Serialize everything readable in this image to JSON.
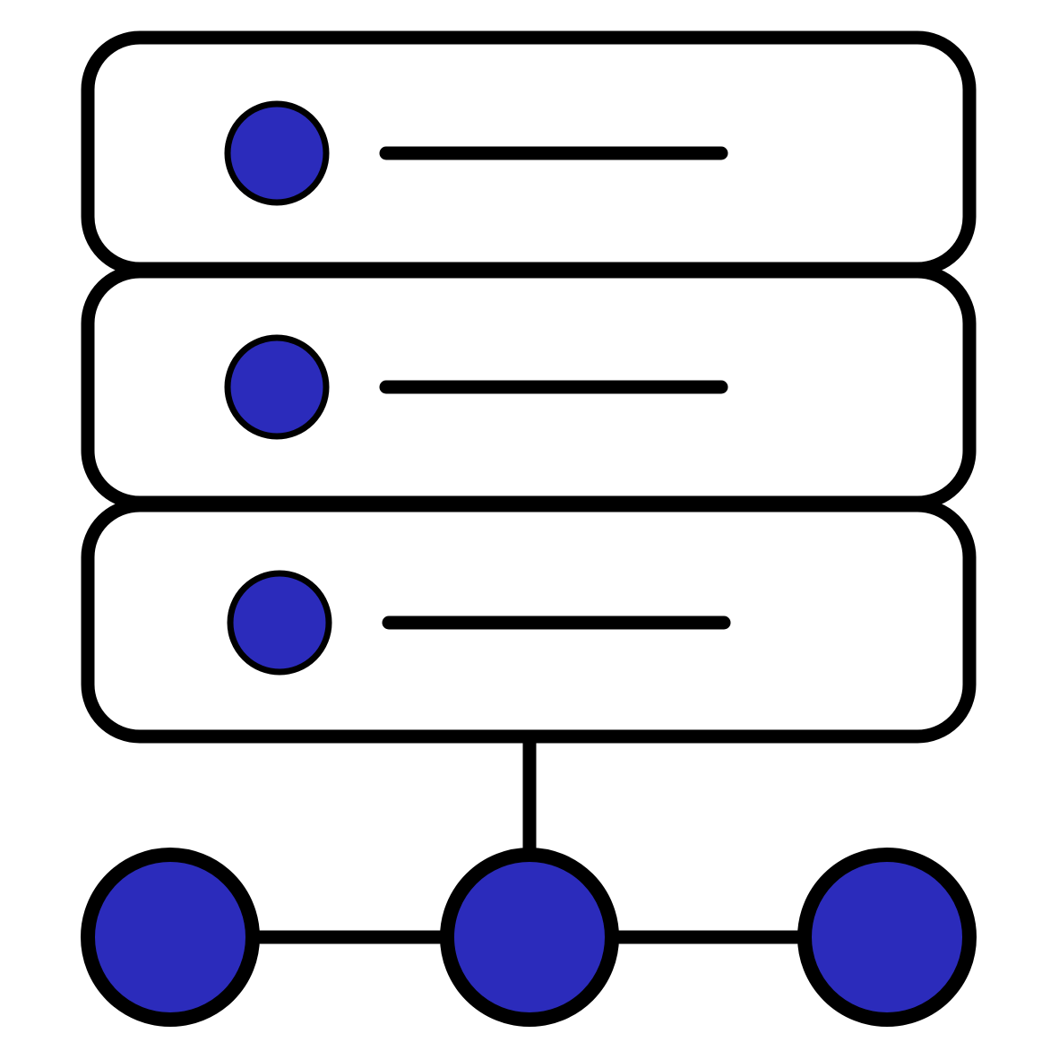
{
  "icon": {
    "name": "server-network-icon",
    "colors": {
      "stroke": "#000000",
      "fill_accent": "#2B2BBB",
      "background": "#FFFFFF"
    },
    "server_units": [
      {
        "name": "server-unit-1"
      },
      {
        "name": "server-unit-2"
      },
      {
        "name": "server-unit-3"
      }
    ],
    "network_nodes": [
      {
        "name": "network-node-left"
      },
      {
        "name": "network-node-center"
      },
      {
        "name": "network-node-right"
      }
    ]
  }
}
